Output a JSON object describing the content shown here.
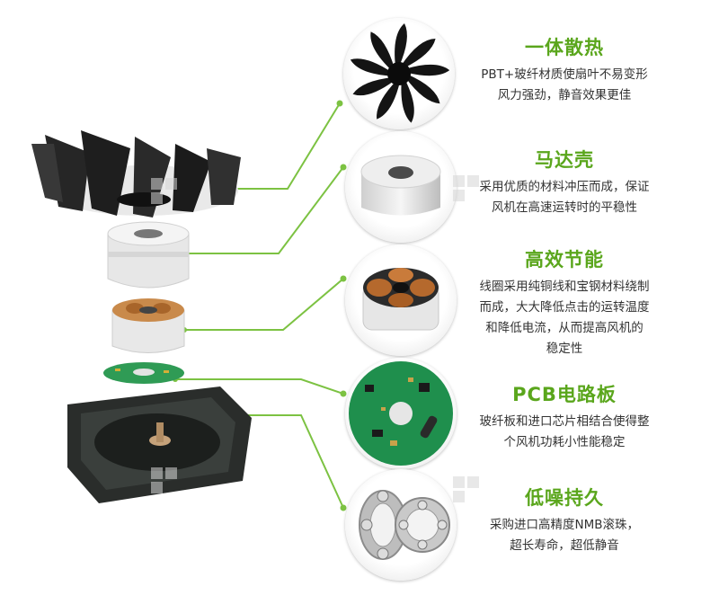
{
  "features": [
    {
      "title": "一体散热",
      "desc": "PBT+玻纤材质使扇叶不易变形\n风力强劲，静音效果更佳"
    },
    {
      "title": "马达壳",
      "desc": "采用优质的材料冲压而成，保证\n风机在高速运转时的平稳性"
    },
    {
      "title": "高效节能",
      "desc": "线圈采用纯铜线和宝钢材料绕制\n而成，大大降低点击的运转温度\n和降低电流，从而提高风机的\n稳定性"
    },
    {
      "title": "PCB电路板",
      "desc": "玻纤板和进口芯片相结合使得整\n个风机功耗小性能稳定"
    },
    {
      "title": "低噪持久",
      "desc": "采购进口高精度NMB滚珠，\n超长寿命，超低静音"
    }
  ],
  "colors": {
    "accent": "#5aa61c",
    "line": "#7cc242",
    "text": "#333333"
  },
  "icons": [
    "fan-blade-icon",
    "motor-housing-icon",
    "stator-coil-icon",
    "pcb-board-icon",
    "ball-bearing-icon"
  ]
}
